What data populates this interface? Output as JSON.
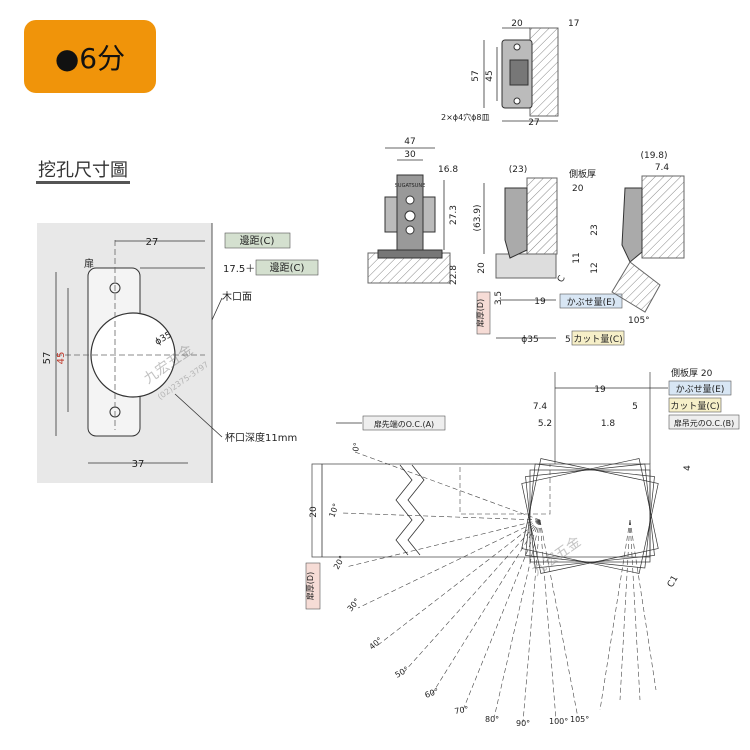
{
  "badge": {
    "label": "●6分",
    "color": "#f0940a"
  },
  "section_title": "挖孔尺寸圖",
  "cup_drawing": {
    "door_label": "扉",
    "dim_27": "27",
    "dim_17_5": "17.5＋",
    "label_edge_c": "邊距(C)",
    "label_edge_c2": "邊距(C)",
    "label_wood_face": "木口面",
    "dim_57": "57",
    "dim_45": "45",
    "dim_37": "37",
    "diam_35": "ϕ35",
    "label_cup_depth": "杯口深度11mm"
  },
  "top_view": {
    "dim_20": "20",
    "dim_17": "17",
    "dim_57": "57",
    "dim_45": "45",
    "dim_27": "27",
    "holes_note": "2×ϕ4穴ϕ8皿"
  },
  "side_view_a": {
    "dim_47": "47",
    "dim_30": "30",
    "dim_16_8": "16.8",
    "dim_27_3": "27.3",
    "dim_22_8": "22.8",
    "brand": "SUGATSUNE"
  },
  "side_view_b": {
    "dim_23p": "(23)",
    "label_side_thick": "側板厚",
    "label_side_thick_val": "20",
    "dim_63_9": "(63.9)",
    "dim_23": "23",
    "dim_11": "11",
    "dim_12": "12",
    "dim_20": "20",
    "dim_3_5": "3.5",
    "dim_c": "C",
    "dim_19": "19",
    "label_cover_e": "かぶせ量(E)",
    "label_door_d": "扉厚(D)",
    "dim_phi35": "ϕ35",
    "dim_5": "5",
    "label_cut_c": "カット量(C)"
  },
  "side_view_c": {
    "dim_19_8": "(19.8)",
    "dim_7_4": "7.4",
    "dim_105": "105°"
  },
  "swing_diagram": {
    "label_side_thick": "側板厚 20",
    "dim_19": "19",
    "label_cover_e": "かぶせ量(E)",
    "dim_7_4": "7.4",
    "dim_5": "5",
    "label_cut_c": "カット量(C)",
    "dim_5_2": "5.2",
    "dim_1_8": "1.8",
    "label_oc_b": "扉吊元のO.C.(B)",
    "label_oc_a": "扉先端のO.C.(A)",
    "dim_20": "20",
    "dim_4": "4",
    "label_door_d": "扉厚(D)",
    "label_c1": "C1",
    "angles": [
      "0°",
      "10°",
      "20°",
      "30°",
      "40°",
      "50°",
      "60°",
      "70°",
      "80°",
      "90°",
      "100°",
      "105°"
    ]
  },
  "watermark": {
    "name": "九宏五金",
    "phone": "(02)2375-3797"
  }
}
